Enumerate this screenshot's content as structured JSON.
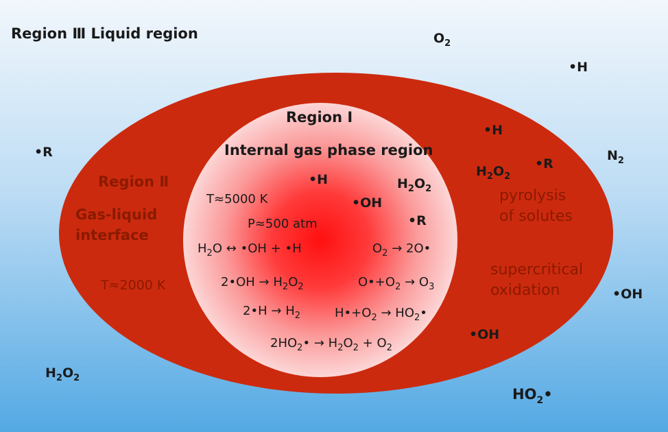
{
  "labels": {
    "region3_title": "Region Ⅲ Liquid region",
    "region2_title": "Region Ⅱ",
    "region2_desc1": "Gas-liquid",
    "region2_desc2": "interface",
    "region2_temp": "T≈2000 K",
    "region1_title": "Region Ⅰ",
    "region1_desc": "Internal gas phase region",
    "region1_temp": "T≈5000 K",
    "region1_pressure": "P≈500 atm",
    "pyrolysis1": "pyrolysis",
    "pyrolysis2": "of solutes",
    "supercritical1": "supercritical",
    "supercritical2": "oxidation"
  },
  "species": {
    "O2_top": "O",
    "H_top": "•H",
    "R_left": "•R",
    "N2_right": "N",
    "OH_right": "•OH",
    "H2O2_bottomleft": "H",
    "HO2_bottom": "HO",
    "H_interface": "•H",
    "H2O2_interface": "H",
    "R_interface": "•R",
    "OH_interface": "•OH",
    "H_inner": "•H",
    "H2O2_inner": "H",
    "OH_inner": "•OH",
    "R_inner": "•R"
  },
  "reactions": {
    "r1": "H2O ↔ •OH + •H",
    "r2": "O2 → 2O•",
    "r3": "2•OH → H2O2",
    "r4": "O•+O2 → O3",
    "r5": "2•H → H2",
    "r6": "H•+O2 → HO2•",
    "r7": "2HO2• → H2O2 + O2"
  },
  "colors": {
    "liquid_top": "#f2f7fc",
    "liquid_bottom": "#54a9e4",
    "interface": "#cc2a0e",
    "core_center": "#ff1010",
    "core_edge": "#fcd6d6"
  }
}
